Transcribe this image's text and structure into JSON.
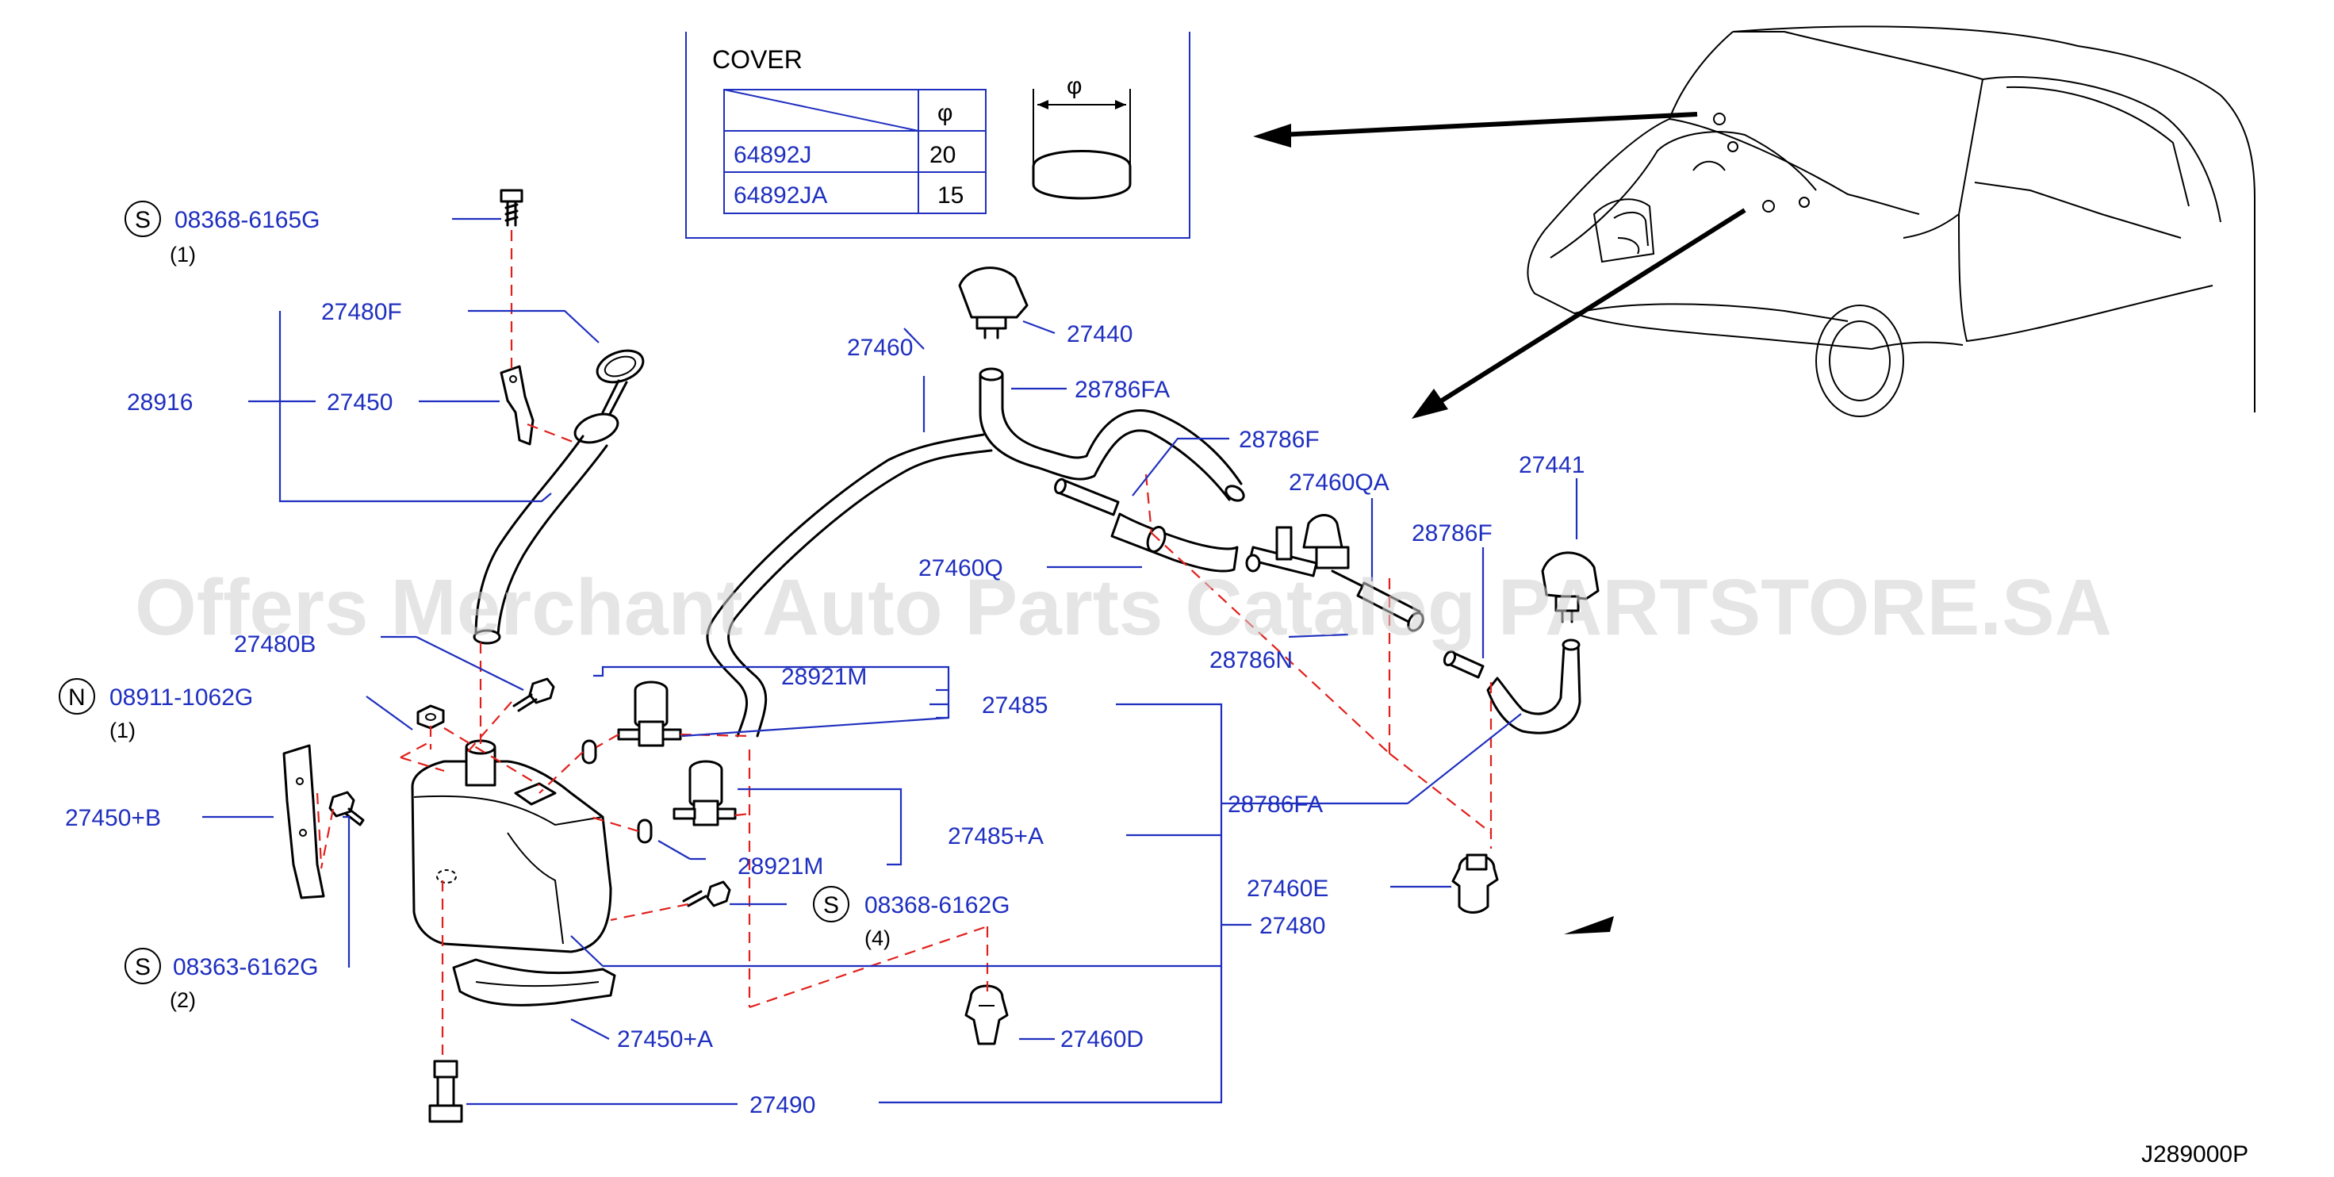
{
  "cover_table": {
    "title": "COVER",
    "header_symbol": "φ",
    "rows": [
      {
        "part": "64892J",
        "diameter": "20"
      },
      {
        "part": "64892JA",
        "diameter": "15"
      }
    ],
    "dim_symbol": "φ"
  },
  "callouts": {
    "p08368_6165G": {
      "prefix": "S",
      "part": "08368-6165G",
      "qty": "(1)"
    },
    "p08911_1062G": {
      "prefix": "N",
      "part": "08911-1062G",
      "qty": "(1)"
    },
    "p08363_6162G": {
      "prefix": "S",
      "part": "08363-6162G",
      "qty": "(2)"
    },
    "p08368_6162G": {
      "prefix": "S",
      "part": "08368-6162G",
      "qty": "(4)"
    }
  },
  "parts": {
    "p27480F": "27480F",
    "p28916": "28916",
    "p27450": "27450",
    "p27480B": "27480B",
    "p27450B": "27450+B",
    "p27460": "27460",
    "p27440": "27440",
    "p28786FA_top": "28786FA",
    "p28786F_a": "28786F",
    "p27460QA": "27460QA",
    "p27441": "27441",
    "p28786F_b": "28786F",
    "p27460Q": "27460Q",
    "p28786N": "28786N",
    "p28921M_a": "28921M",
    "p27485": "27485",
    "p28786FA_b": "28786FA",
    "p27485A": "27485+A",
    "p28921M_b": "28921M",
    "p27460E": "27460E",
    "p27480": "27480",
    "p27450A": "27450+A",
    "p27460D": "27460D",
    "p27490": "27490"
  },
  "diagram_code": "J289000P",
  "watermark": "Offers Merchant Auto Parts Catalog PARTSTORE.SA"
}
